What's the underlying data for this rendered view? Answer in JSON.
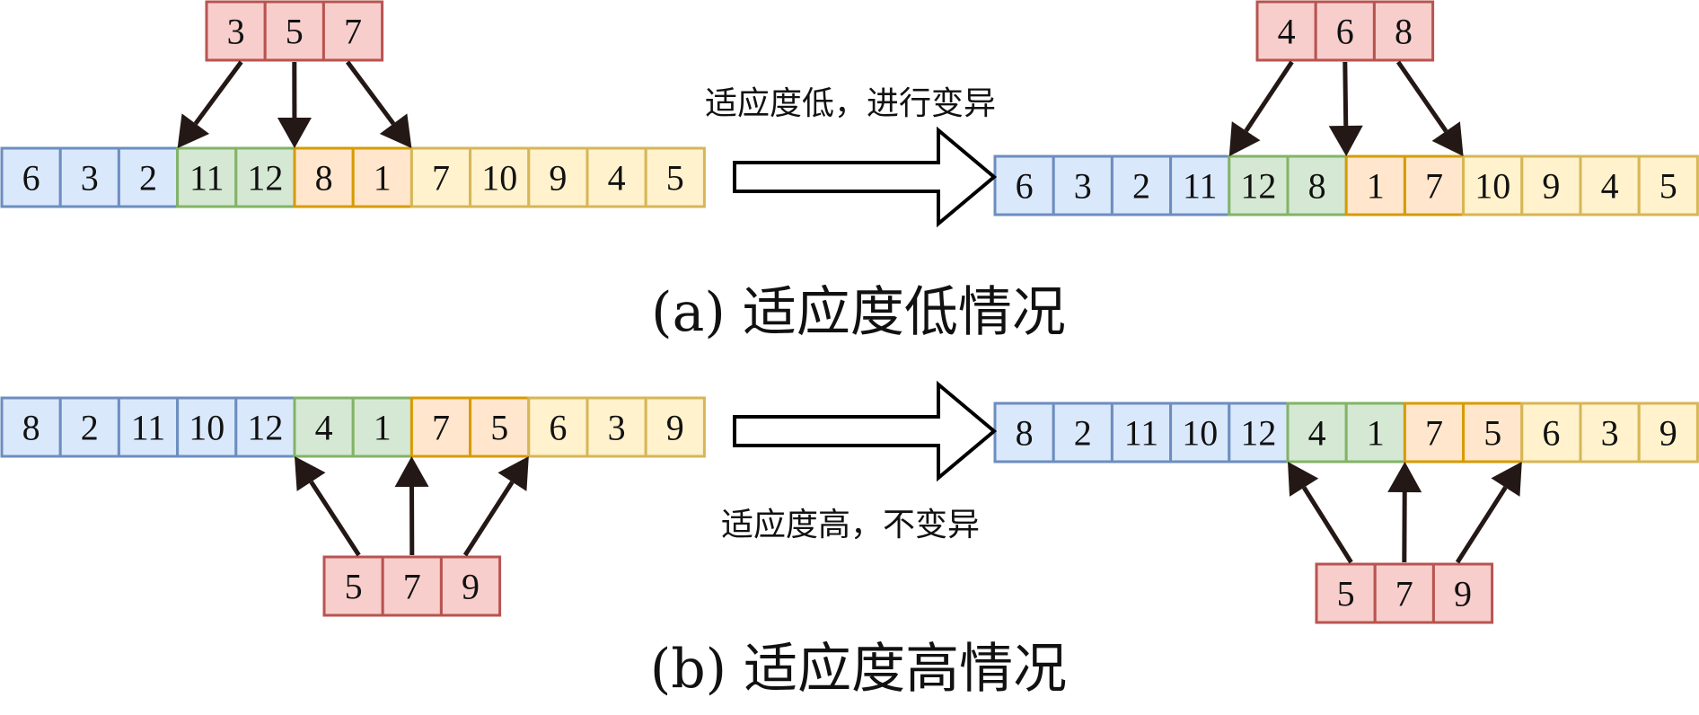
{
  "palette": {
    "blue": {
      "fill": "#dae8fc",
      "stroke": "#6c8ebf"
    },
    "green": {
      "fill": "#d5e8d4",
      "stroke": "#82b366"
    },
    "orange": {
      "fill": "#ffe6cc",
      "stroke": "#d79b00"
    },
    "yellow": {
      "fill": "#fff2cc",
      "stroke": "#d6b656"
    },
    "red": {
      "fill": "#f8cecc",
      "stroke": "#b85450"
    },
    "arrow": "#231815"
  },
  "panels": [
    {
      "id": "a",
      "caption": "(a) 适应度低情况",
      "transition_label": "适应度低，进行变异",
      "before": {
        "segments": [
          {
            "color": "blue",
            "values": [
              "6",
              "3",
              "2"
            ]
          },
          {
            "color": "green",
            "values": [
              "11",
              "12"
            ]
          },
          {
            "color": "orange",
            "values": [
              "8",
              "1"
            ]
          },
          {
            "color": "yellow",
            "values": [
              "7",
              "10",
              "9",
              "4",
              "5"
            ]
          }
        ],
        "insert_points": {
          "values": [
            "3",
            "5",
            "7"
          ],
          "side": "above"
        }
      },
      "after": {
        "segments": [
          {
            "color": "blue",
            "values": [
              "6",
              "3",
              "2",
              "11"
            ]
          },
          {
            "color": "green",
            "values": [
              "12",
              "8"
            ]
          },
          {
            "color": "orange",
            "values": [
              "1",
              "7"
            ]
          },
          {
            "color": "yellow",
            "values": [
              "10",
              "9",
              "4",
              "5"
            ]
          }
        ],
        "insert_points": {
          "values": [
            "4",
            "6",
            "8"
          ],
          "side": "above"
        }
      }
    },
    {
      "id": "b",
      "caption": "(b) 适应度高情况",
      "transition_label": "适应度高，不变异",
      "before": {
        "segments": [
          {
            "color": "blue",
            "values": [
              "8",
              "2",
              "11",
              "10",
              "12"
            ]
          },
          {
            "color": "green",
            "values": [
              "4",
              "1"
            ]
          },
          {
            "color": "orange",
            "values": [
              "7",
              "5"
            ]
          },
          {
            "color": "yellow",
            "values": [
              "6",
              "3",
              "9"
            ]
          }
        ],
        "insert_points": {
          "values": [
            "5",
            "7",
            "9"
          ],
          "side": "below"
        }
      },
      "after": {
        "segments": [
          {
            "color": "blue",
            "values": [
              "8",
              "2",
              "11",
              "10",
              "12"
            ]
          },
          {
            "color": "green",
            "values": [
              "4",
              "1"
            ]
          },
          {
            "color": "orange",
            "values": [
              "7",
              "5"
            ]
          },
          {
            "color": "yellow",
            "values": [
              "6",
              "3",
              "9"
            ]
          }
        ],
        "insert_points": {
          "values": [
            "5",
            "7",
            "9"
          ],
          "side": "below"
        }
      }
    }
  ]
}
